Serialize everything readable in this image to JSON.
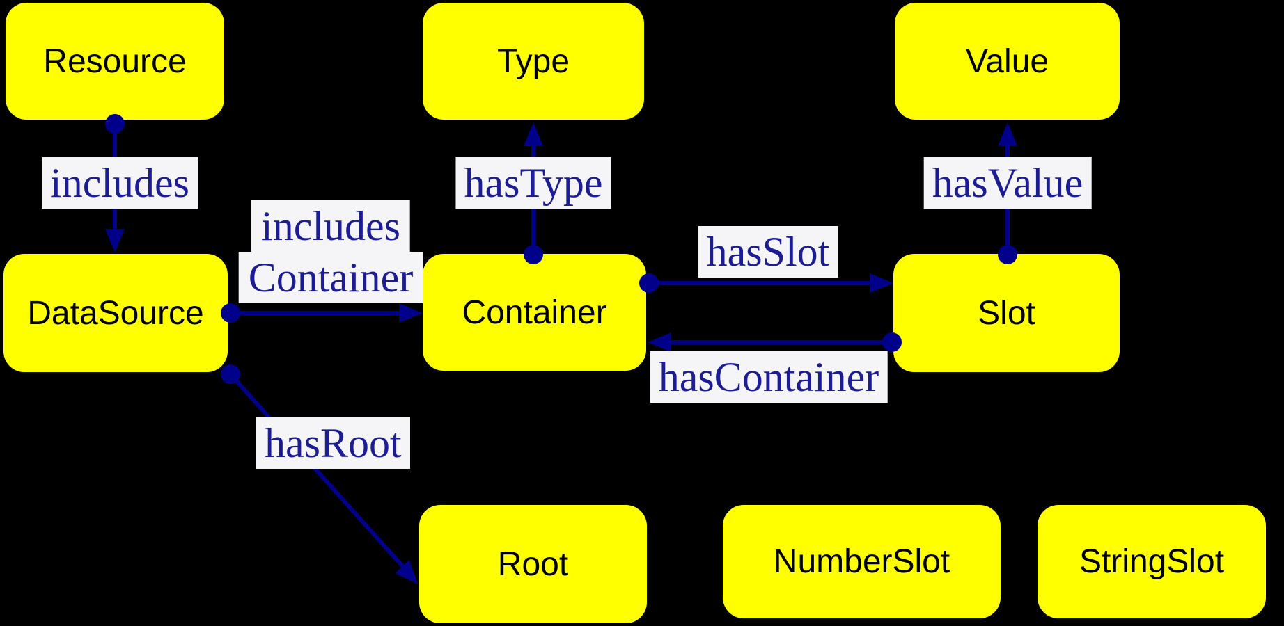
{
  "diagram": {
    "background_color": "#000000",
    "node_fill_color": "#ffff00",
    "node_text_color": "#000000",
    "edge_color": "#00008b",
    "edge_label_text_color": "#1c1c94",
    "edge_label_bg_color": "#f5f5f7",
    "nodes": {
      "resource": {
        "label": "Resource"
      },
      "type": {
        "label": "Type"
      },
      "value": {
        "label": "Value"
      },
      "datasource": {
        "label": "DataSource"
      },
      "container": {
        "label": "Container"
      },
      "slot": {
        "label": "Slot"
      },
      "root": {
        "label": "Root"
      },
      "numberslot": {
        "label": "NumberSlot"
      },
      "stringslot": {
        "label": "StringSlot"
      }
    },
    "edges": {
      "includes": {
        "label": "includes",
        "from": "Resource",
        "to": "DataSource"
      },
      "includes_container": {
        "lines": [
          "includes",
          "Container"
        ],
        "from": "DataSource",
        "to": "Container"
      },
      "has_type": {
        "label": "hasType",
        "from": "Container",
        "to": "Type"
      },
      "has_value": {
        "label": "hasValue",
        "from": "Slot",
        "to": "Value"
      },
      "has_slot": {
        "label": "hasSlot",
        "from": "Container",
        "to": "Slot"
      },
      "has_container": {
        "label": "hasContainer",
        "from": "Slot",
        "to": "Container"
      },
      "has_root": {
        "label": "hasRoot",
        "from": "DataSource",
        "to": "Root"
      }
    }
  }
}
